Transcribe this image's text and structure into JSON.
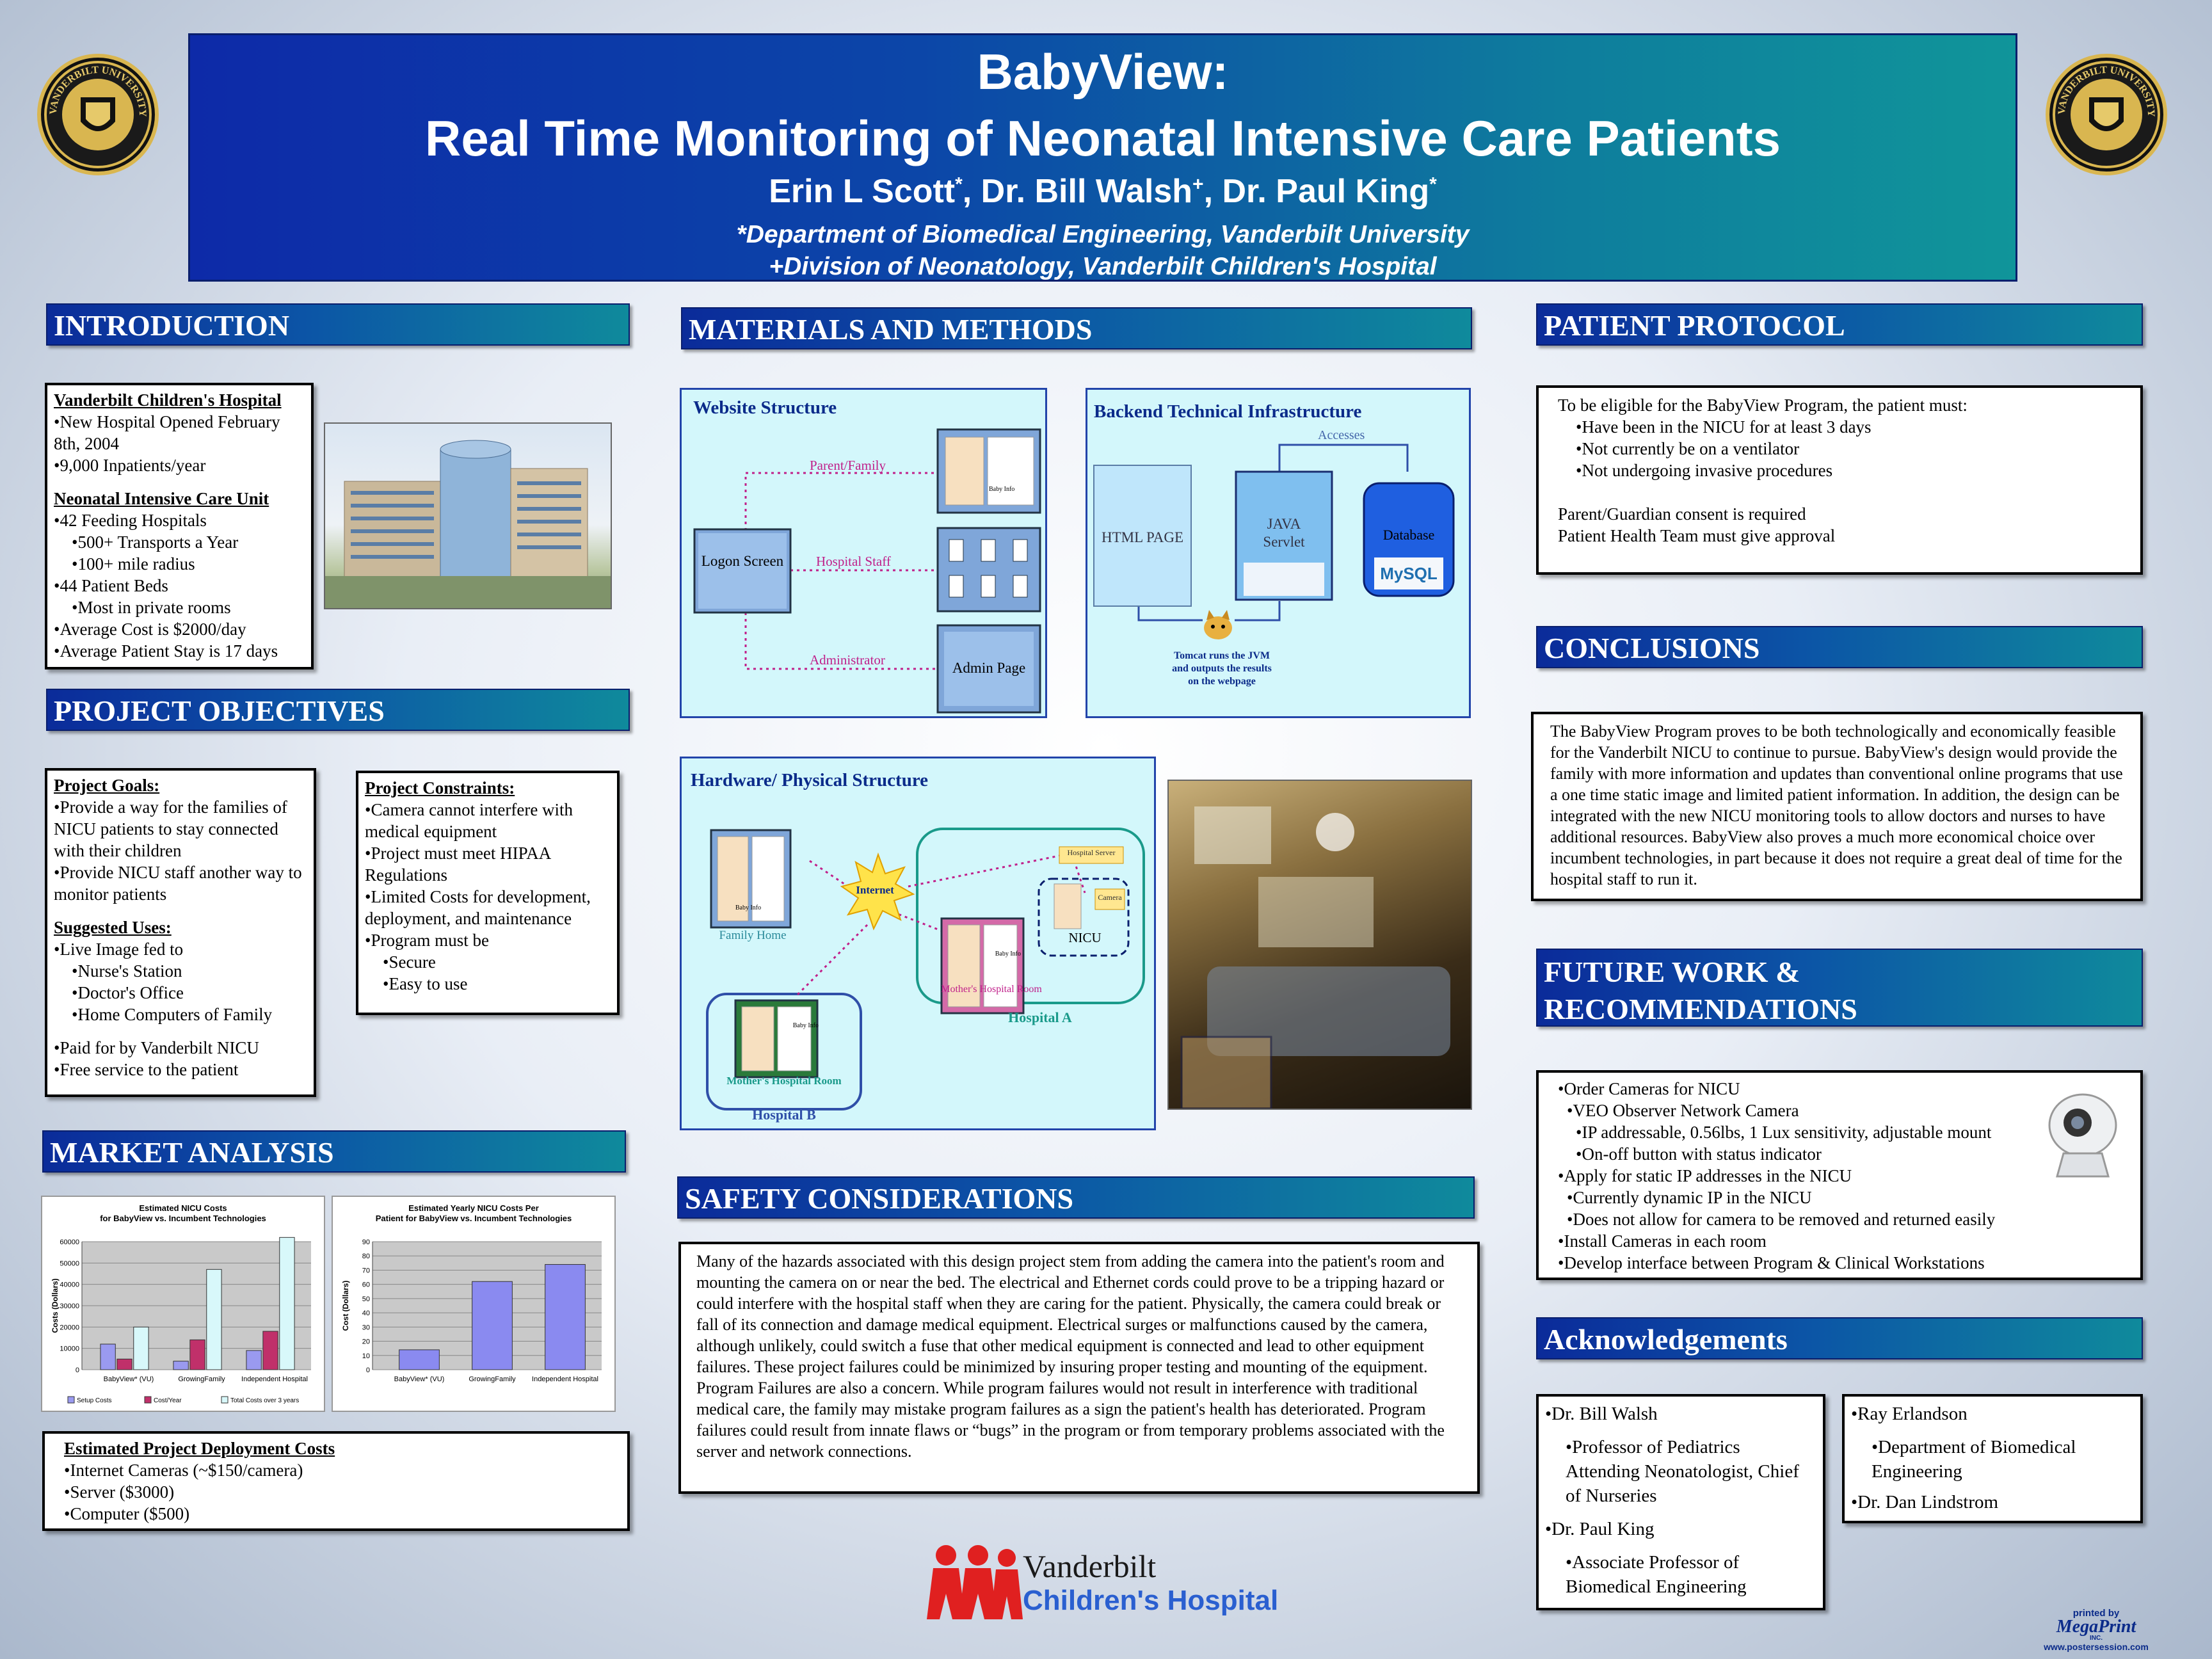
{
  "title": {
    "line1": "BabyView:",
    "line2": "Real Time Monitoring of Neonatal Intensive Care Patients",
    "author1": "Erin L Scott",
    "author1_sup": "*",
    "author2": ", Dr. Bill Walsh",
    "author2_sup": "+",
    "author3": ", Dr. Paul King",
    "author3_sup": "*",
    "affil1": "*Department of Biomedical Engineering, Vanderbilt University",
    "affil2": "+Division of Neonatology, Vanderbilt Children's Hospital",
    "seal_text": "VANDERBILT UNIVERSITY"
  },
  "introduction": {
    "header": "INTRODUCTION",
    "hospital_title": "Vanderbilt Children's Hospital",
    "hospital_items": [
      "•New Hospital Opened February 8th, 2004",
      "•9,000 Inpatients/year"
    ],
    "nicu_title": "Neonatal Intensive Care Unit",
    "nicu_items": [
      "•42 Feeding Hospitals",
      "•500+ Transports a Year",
      "•100+ mile radius",
      "•44 Patient Beds",
      "•Most in private rooms",
      "•Average Cost is $2000/day",
      "•Average Patient Stay is 17 days"
    ]
  },
  "objectives": {
    "header": "PROJECT OBJECTIVES",
    "goals_title": "Project Goals:",
    "goals": [
      "•Provide a way for the families of NICU patients to stay connected with their children",
      "•Provide NICU staff another way to monitor patients"
    ],
    "uses_title": "Suggested Uses:",
    "uses": [
      "•Live Image fed to",
      "•Nurse's Station",
      "•Doctor's Office",
      "•Home Computers of Family"
    ],
    "paid": [
      "•Paid for by Vanderbilt NICU",
      "•Free service to the patient"
    ],
    "constraints_title": "Project Constraints:",
    "constraints": [
      "•Camera cannot interfere with medical equipment",
      "•Project must meet HIPAA Regulations",
      "•Limited Costs for development, deployment, and maintenance",
      "•Program must be"
    ],
    "constraints_sub": [
      "•Secure",
      "•Easy to use"
    ]
  },
  "market": {
    "header": "MARKET ANALYSIS",
    "deploy_title": "Estimated Project Deployment Costs",
    "deploy_items": [
      "•Internet Cameras (~$150/camera)",
      "•Server ($3000)",
      "•Computer ($500)"
    ]
  },
  "chart_data": [
    {
      "type": "bar",
      "title": "Estimated NICU Costs for BabyView vs. Incumbent Technologies",
      "ylabel": "Costs (Dollars)",
      "categories": [
        "BabyView* (VU)",
        "GrowingFamily",
        "Independent Hospital"
      ],
      "series": [
        {
          "name": "Setup Costs",
          "values": [
            12000,
            4000,
            9000
          ]
        },
        {
          "name": "Cost/Year",
          "values": [
            5000,
            14000,
            18000
          ]
        },
        {
          "name": "Total Costs over 3 years",
          "values": [
            20000,
            47000,
            62000
          ]
        }
      ],
      "ylim": [
        0,
        60000
      ],
      "yticks": [
        0,
        10000,
        20000,
        30000,
        40000,
        50000,
        60000
      ],
      "legend": "bottom"
    },
    {
      "type": "bar",
      "title": "Estimated Yearly NICU Costs Per Patient for BabyView vs. Incumbent Technologies",
      "ylabel": "Cost (Dollars)",
      "categories": [
        "BabyView* (VU)",
        "GrowingFamily",
        "Independent Hospital"
      ],
      "values": [
        14,
        62,
        74
      ],
      "ylim": [
        0,
        90
      ],
      "yticks": [
        0,
        10,
        20,
        30,
        40,
        50,
        60,
        70,
        80,
        90
      ]
    }
  ],
  "methods": {
    "header": "MATERIALS AND METHODS",
    "website_title": "Website Structure",
    "logon": "Logon Screen",
    "parent": "Parent/Family",
    "staff": "Hospital Staff",
    "admin_link": "Administrator",
    "admin_page": "Admin Page",
    "baby_info": "Baby Info",
    "backend_title": "Backend Technical Infrastructure",
    "accesses": "Accesses",
    "html_page": "HTML PAGE",
    "java": "JAVA Servlet",
    "database": "Database",
    "mysql": "MySQL",
    "tomcat": "Tomcat runs the JVM and outputs the results on the webpage",
    "hardware_title": "Hardware/ Physical Structure",
    "family_home": "Family Home",
    "internet": "Internet",
    "hospital_server": "Hospital Server",
    "camera": "Camera",
    "nicu": "NICU",
    "mothers_room_a": "Mother's Hospital Room",
    "hospital_a": "Hospital A",
    "mothers_room_b": "Mother's Hospital Room",
    "hospital_b": "Hospital B"
  },
  "safety": {
    "header": "SAFETY CONSIDERATIONS",
    "p1": "Many of the hazards associated with this design project stem from adding the camera into the patient's room and mounting the camera on or near the bed.  The electrical and Ethernet cords could prove to be a tripping hazard or could interfere with the hospital staff when they are caring for the patient.  Physically, the camera could break or fall of its connection and damage medical equipment.  Electrical surges or malfunctions caused by the camera, although unlikely, could switch a fuse that other medical equipment is connected and lead to other equipment failures.  These project failures could be minimized by insuring proper testing  and mounting of the equipment.",
    "p2": "Program Failures are also a concern.  While program failures would not result in interference with traditional medical care, the family may mistake program failures as a sign the patient's health has deteriorated.  Program failures could result from innate flaws or “bugs” in the program or from temporary problems associated with the server and network connections."
  },
  "protocol": {
    "header": "PATIENT PROTOCOL",
    "intro": "To be eligible for the BabyView Program, the patient must:",
    "items": [
      "•Have been in the NICU for at least 3 days",
      "•Not currently be on a ventilator",
      "•Not undergoing invasive procedures"
    ],
    "consent": "Parent/Guardian consent is required",
    "approval": "Patient Health Team must give approval"
  },
  "conclusions": {
    "header": "CONCLUSIONS",
    "text": "The BabyView Program proves to be both technologically and economically feasible for the Vanderbilt NICU to continue to pursue.  BabyView's design would provide the family with more information and updates than conventional online programs that use a one time static image and limited patient information.  In addition, the design can be integrated with the new NICU monitoring tools to allow doctors and nurses to have additional resources.  BabyView also proves a much more economical choice over incumbent technologies, in part because it does not require a great deal of time for the hospital staff to run it."
  },
  "future": {
    "header1": "FUTURE WORK &",
    "header2": "RECOMMENDATIONS",
    "items": [
      {
        "text": "•Order Cameras for NICU",
        "level": 0
      },
      {
        "text": "•VEO Observer Network Camera",
        "level": 1
      },
      {
        "text": "•IP addressable, 0.56lbs, 1 Lux sensitivity, adjustable mount",
        "level": 2
      },
      {
        "text": "•On-off button with status indicator",
        "level": 2
      },
      {
        "text": "•Apply for static IP addresses in the NICU",
        "level": 0
      },
      {
        "text": "•Currently dynamic IP in the NICU",
        "level": 1
      },
      {
        "text": "•Does not allow for camera to be removed and returned easily",
        "level": 1
      },
      {
        "text": "•Install Cameras in each room",
        "level": 0
      },
      {
        "text": "•Develop interface between  Program & Clinical Workstations",
        "level": 0
      }
    ]
  },
  "ack": {
    "header": "Acknowledgements",
    "walsh": "•Dr. Bill Walsh",
    "walsh_role": "•Professor of  Pediatrics Attending Neonatologist, Chief of Nurseries",
    "king": "•Dr. Paul King",
    "king_role": "•Associate Professor of Biomedical Engineering",
    "erlandson": "•Ray Erlandson",
    "erlandson_role": "•Department of Biomedical Engineering",
    "lindstrom": "•Dr. Dan Lindstrom"
  },
  "logo": {
    "line1": "Vanderbilt",
    "line2": "Children's Hospital"
  },
  "printer": {
    "printed_by": "printed by",
    "name": "MegaPrint",
    "inc": "INC.",
    "url": "www.postersession.com"
  },
  "colors": {
    "header_start": "#0b2b9a",
    "header_end": "#0f8a9c",
    "panel_bg": "#d3f7fb",
    "link_pink": "#c0208a"
  }
}
